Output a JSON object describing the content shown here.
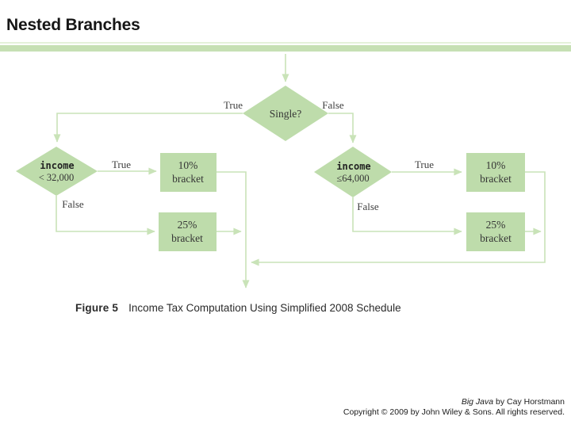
{
  "slide": {
    "title": "Nested Branches"
  },
  "caption": {
    "label": "Figure 5",
    "text": "Income Tax Computation Using Simplified 2008 Schedule"
  },
  "footer": {
    "book": "Big Java",
    "line1_rest": " by Cay Horstmann",
    "line2": "Copyright © 2009 by John Wiley & Sons.  All rights reserved."
  },
  "flowchart": {
    "single": {
      "label": "Single?"
    },
    "left_decision": {
      "line1": "income",
      "line2": "< 32,000"
    },
    "right_decision": {
      "line1": "income",
      "line2": "≤64,000"
    },
    "left_10": {
      "line1": "10%",
      "line2": "bracket"
    },
    "left_25": {
      "line1": "25%",
      "line2": "bracket"
    },
    "right_10": {
      "line1": "10%",
      "line2": "bracket"
    },
    "right_25": {
      "line1": "25%",
      "line2": "bracket"
    },
    "labels": {
      "single_true": "True",
      "single_false": "False",
      "left_true": "True",
      "left_false": "False",
      "right_true": "True",
      "right_false": "False"
    }
  },
  "colors": {
    "shape_fill": "#bedcab",
    "connector": "#c9e3b8",
    "accent_bar": "#c6e0b4",
    "shape_text": "#353535"
  }
}
